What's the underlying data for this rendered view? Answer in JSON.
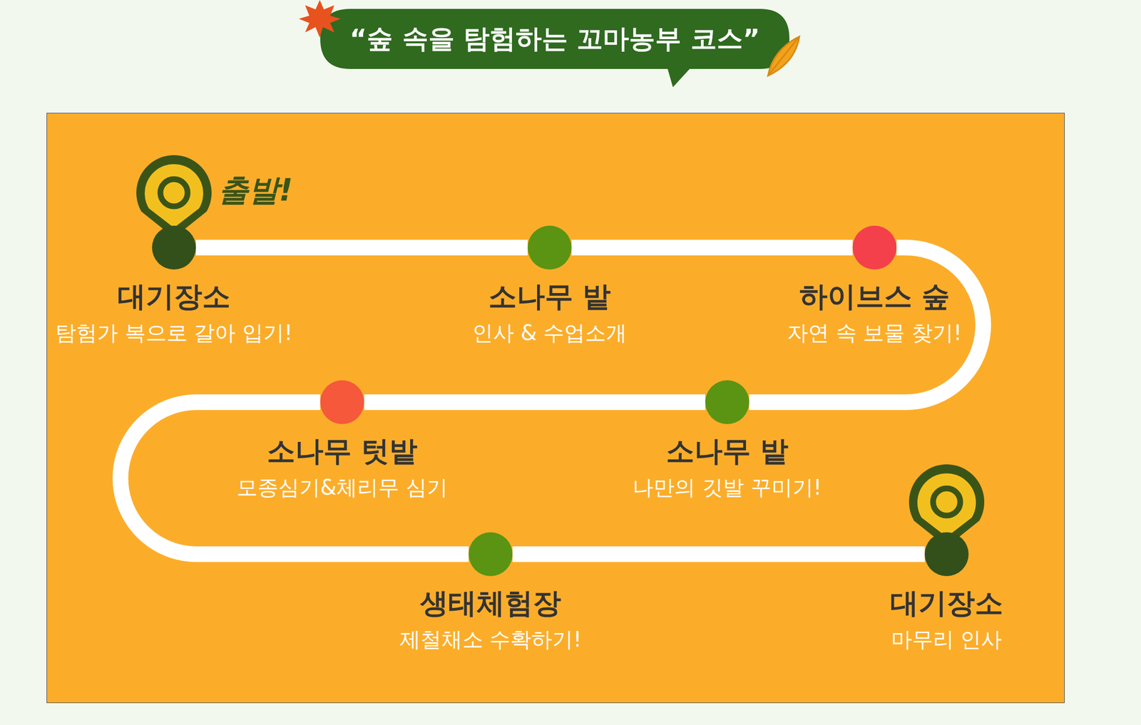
{
  "diagram": {
    "title": "“숲 속을 탐험하는 꼬마농부 코스”",
    "nodes": [
      {
        "text": [
          "대기장소",
          "탐험가 복으로 갈아 입기!"
        ]
      },
      {
        "text": [
          "소나무 밭",
          "인사 & 수업소개"
        ]
      },
      {
        "text": [
          "하이브스 숲",
          "자연 속 보물 찾기!"
        ]
      },
      {
        "text": [
          "소나무 밭",
          "나만의 깃발 꾸미기!"
        ]
      },
      {
        "text": [
          "소나무 텃밭",
          "모종심기&체리무 심기"
        ]
      },
      {
        "text": [
          "생태체험장",
          "제철채소 수확하기!"
        ]
      },
      {
        "text": [
          "대기장소",
          "마무리 인사"
        ]
      }
    ],
    "edges": [
      {
        "from": 0,
        "to": 1,
        "arrow": "none"
      },
      {
        "from": 1,
        "to": 2,
        "arrow": "none"
      },
      {
        "from": 2,
        "to": 3,
        "arrow": "none"
      },
      {
        "from": 3,
        "to": 4,
        "arrow": "none"
      },
      {
        "from": 4,
        "to": 5,
        "arrow": "none"
      },
      {
        "from": 5,
        "to": 6,
        "arrow": "none"
      }
    ],
    "labels": [
      "출발!"
    ]
  }
}
